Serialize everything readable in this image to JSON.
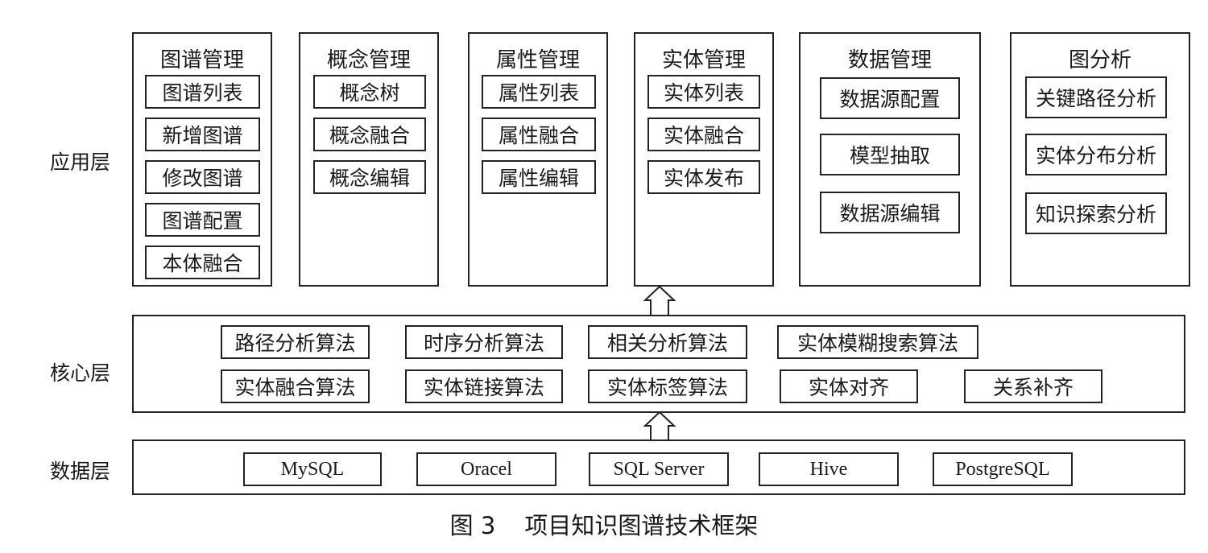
{
  "layers": {
    "application": "应用层",
    "core": "核心层",
    "data": "数据层"
  },
  "modules": [
    {
      "title": "图谱管理",
      "items": [
        "图谱列表",
        "新增图谱",
        "修改图谱",
        "图谱配置",
        "本体融合"
      ]
    },
    {
      "title": "概念管理",
      "items": [
        "概念树",
        "概念融合",
        "概念编辑"
      ]
    },
    {
      "title": "属性管理",
      "items": [
        "属性列表",
        "属性融合",
        "属性编辑"
      ]
    },
    {
      "title": "实体管理",
      "items": [
        "实体列表",
        "实体融合",
        "实体发布"
      ]
    },
    {
      "title": "数据管理",
      "items": [
        "数据源配置",
        "模型抽取",
        "数据源编辑"
      ]
    },
    {
      "title": "图分析",
      "items": [
        "关键路径分析",
        "实体分布分析",
        "知识探索分析"
      ]
    }
  ],
  "core_algorithms": {
    "row1": [
      "路径分析算法",
      "时序分析算法",
      "相关分析算法",
      "实体模糊搜索算法"
    ],
    "row2": [
      "实体融合算法",
      "实体链接算法",
      "实体标签算法",
      "实体对齐",
      "关系补齐"
    ]
  },
  "databases": [
    "MySQL",
    "Oracel",
    "SQL Server",
    "Hive",
    "PostgreSQL"
  ],
  "caption": {
    "number": "图 3",
    "text": "项目知识图谱技术框架"
  }
}
